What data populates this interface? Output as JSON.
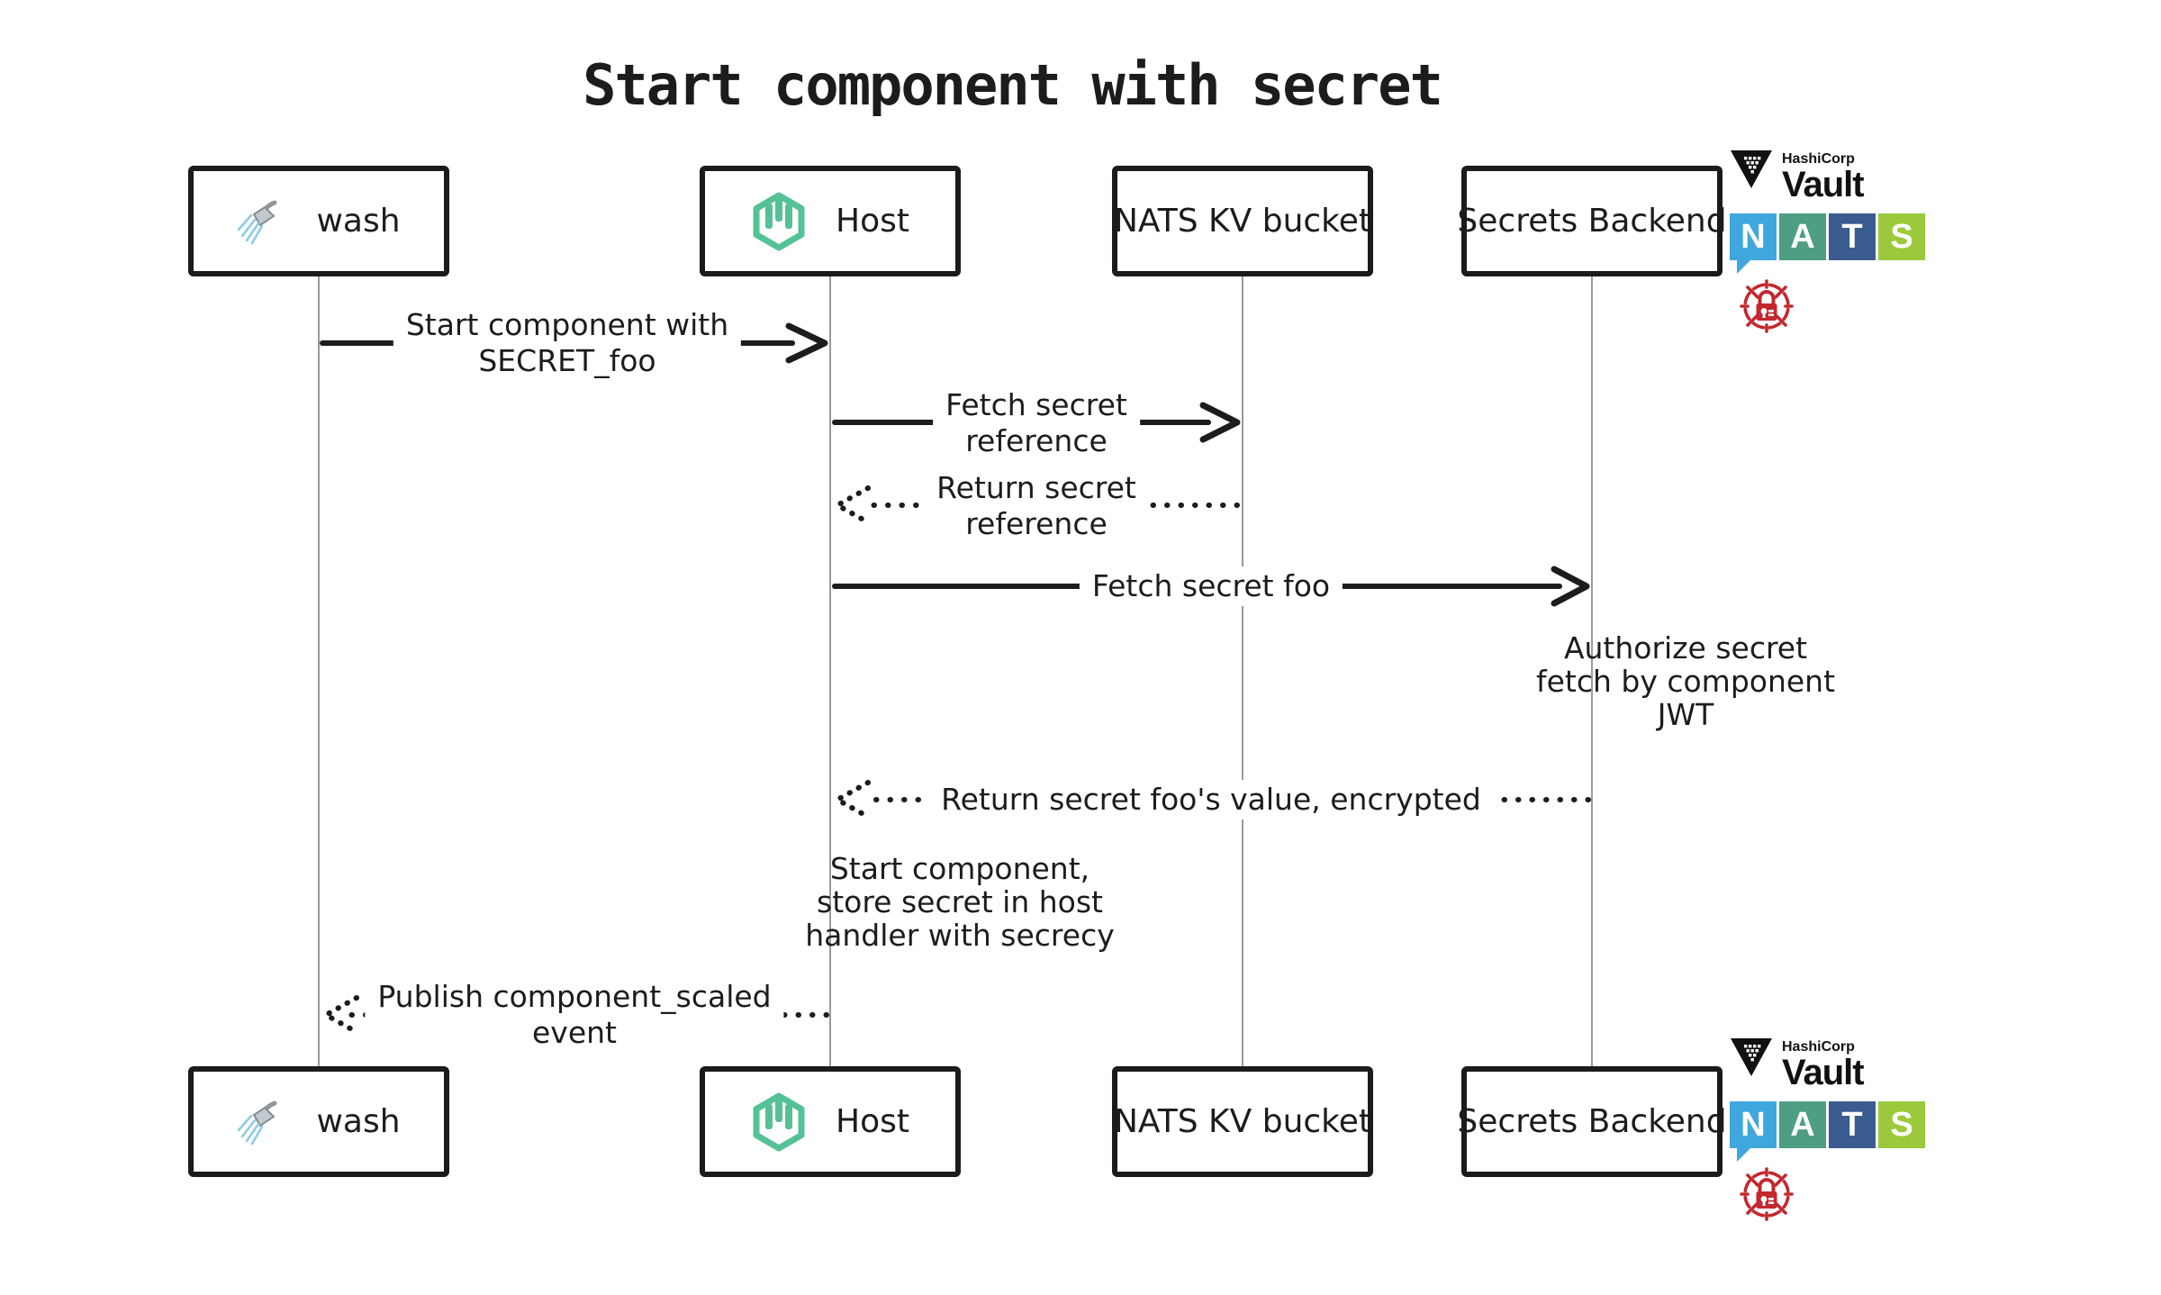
{
  "title": "Start component with secret",
  "actors": {
    "wash": {
      "label": "wash",
      "icon": "shower-icon"
    },
    "host": {
      "label": "Host",
      "icon": "wasmcloud-hexagon-icon"
    },
    "nats_kv": {
      "label": "NATS KV bucket"
    },
    "secrets_backend": {
      "label": "Secrets Backend"
    }
  },
  "messages": [
    {
      "from": "wash",
      "to": "host",
      "style": "solid",
      "label_lines": [
        "Start component with",
        "SECRET_foo"
      ]
    },
    {
      "from": "host",
      "to": "nats_kv",
      "style": "solid",
      "label_lines": [
        "Fetch secret",
        "reference"
      ]
    },
    {
      "from": "nats_kv",
      "to": "host",
      "style": "dotted",
      "label_lines": [
        "Return secret",
        "reference"
      ]
    },
    {
      "from": "host",
      "to": "secrets_backend",
      "style": "solid",
      "label_lines": [
        "Fetch secret foo"
      ]
    },
    {
      "from": "secrets_backend",
      "to": "host",
      "style": "dotted",
      "label_lines": [
        "Return secret foo's value, encrypted"
      ]
    },
    {
      "from": "host",
      "to": "wash",
      "style": "dotted",
      "label_lines": [
        "Publish component_scaled",
        "event"
      ]
    }
  ],
  "notes": [
    {
      "anchor": "secrets_backend",
      "lines": [
        "Authorize secret",
        "fetch by component",
        "JWT"
      ]
    },
    {
      "anchor": "host",
      "lines": [
        "Start component,",
        "store secret in host",
        "handler with secrecy"
      ]
    }
  ],
  "logos": {
    "vault_brand": "HashiCorp",
    "vault_product": "Vault",
    "nats_letters": [
      "N",
      "A",
      "T",
      "S"
    ]
  },
  "colors": {
    "wasmcloud_green": "#55C196",
    "nats_n_blue": "#3FA7DE",
    "nats_a_teal": "#4D9E83",
    "nats_t_blue": "#3A5C8F",
    "nats_s_green": "#9ACA3C",
    "lock_red": "#C2282E",
    "vault_black": "#111111",
    "line_black": "#1C1C1C",
    "lifeline_gray": "#9A9A9A"
  }
}
